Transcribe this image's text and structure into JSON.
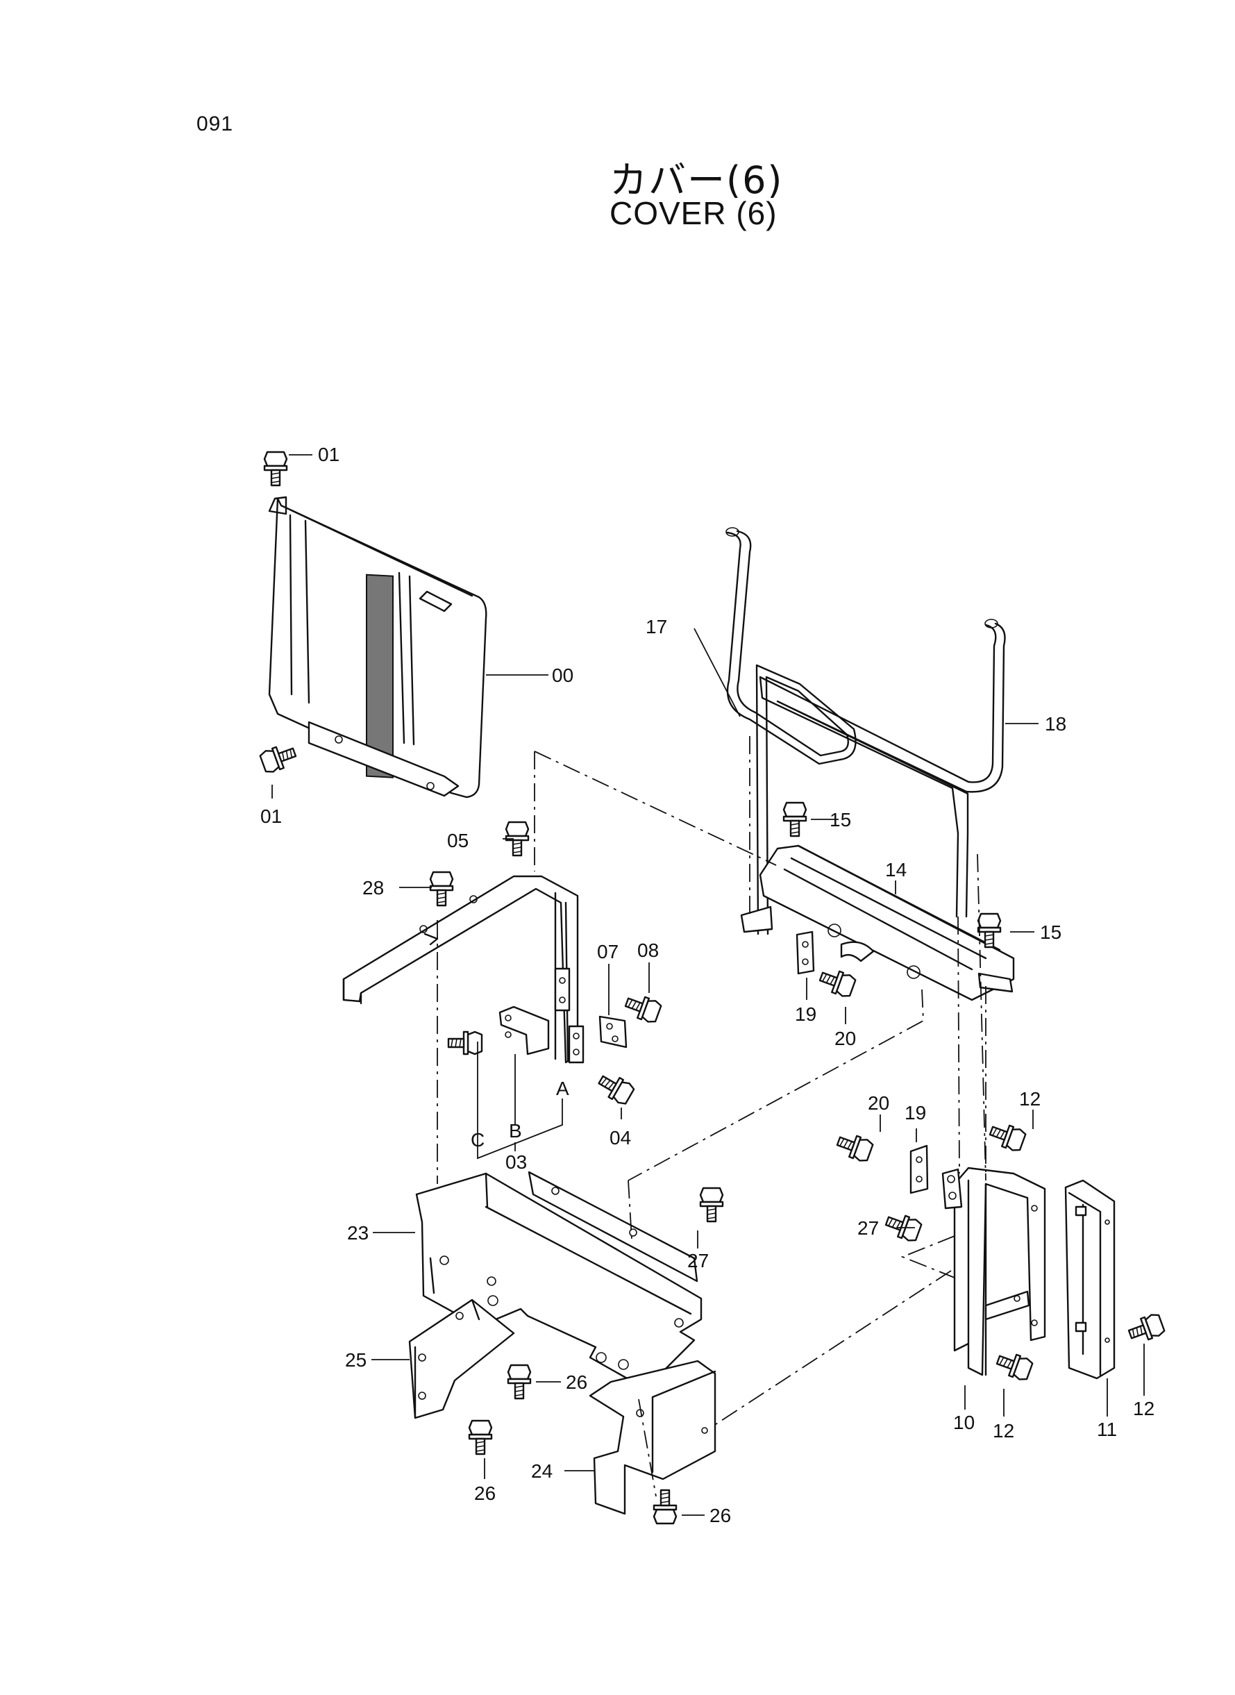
{
  "page_number": "091",
  "title": {
    "japanese": "カバー(6)",
    "english": "COVER (6)"
  },
  "callouts": {
    "p00": "00",
    "p01a": "01",
    "p01b": "01",
    "p03": "03",
    "p04": "04",
    "p05": "05",
    "p07": "07",
    "p08": "08",
    "p10": "10",
    "p11": "11",
    "p12a": "12",
    "p12b": "12",
    "p12c": "12",
    "p14": "14",
    "p15a": "15",
    "p15b": "15",
    "p17": "17",
    "p18": "18",
    "p19a": "19",
    "p19b": "19",
    "p20a": "20",
    "p20b": "20",
    "p23": "23",
    "p24": "24",
    "p25": "25",
    "p26a": "26",
    "p26b": "26",
    "p26c": "26",
    "p27a": "27",
    "p27b": "27",
    "p28": "28",
    "refA": "A",
    "refB": "B",
    "refC": "C"
  }
}
